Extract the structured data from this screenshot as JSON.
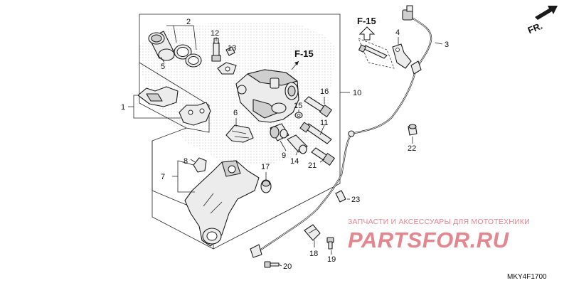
{
  "labels": {
    "callouts": [
      "1",
      "2",
      "3",
      "4",
      "5",
      "6",
      "7",
      "8",
      "9",
      "10",
      "11",
      "12",
      "13",
      "14",
      "15",
      "16",
      "17",
      "18",
      "19",
      "20",
      "21",
      "22",
      "23"
    ],
    "ref_top": "F-15",
    "ref_caliper": "F-15",
    "fr": "FR.",
    "watermark_text": "ЗАПЧАСТИ И АКСЕССУАРЫ ДЛЯ МОТОТЕХНИКИ",
    "watermark_logo": "PARTSFOR.RU",
    "code": "MKY4F1700"
  },
  "colors": {
    "watermark": "#e3868e",
    "line": "#1a1a1a",
    "fill": "#ececec"
  }
}
